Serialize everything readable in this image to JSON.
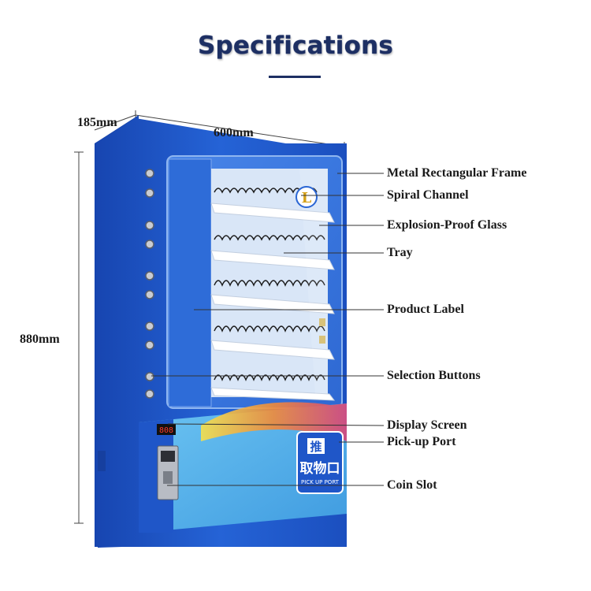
{
  "title": "Specifications",
  "dimensions": {
    "depth": "185mm",
    "width": "600mm",
    "height": "880mm"
  },
  "callouts": [
    {
      "id": "frame",
      "label": "Metal Rectangular Frame"
    },
    {
      "id": "spiral",
      "label": "Spiral Channel"
    },
    {
      "id": "glass",
      "label": "Explosion-Proof Glass"
    },
    {
      "id": "tray",
      "label": "Tray"
    },
    {
      "id": "product-label",
      "label": "Product Label"
    },
    {
      "id": "buttons",
      "label": "Selection Buttons"
    },
    {
      "id": "display",
      "label": "Display Screen"
    },
    {
      "id": "pickup",
      "label": "Pick-up Port"
    },
    {
      "id": "coin",
      "label": "Coin Slot"
    }
  ],
  "machine": {
    "display_reading": "808",
    "pickup_sign_top": "推",
    "pickup_sign_main": "取物口",
    "pickup_sign_sub": "PICK UP PORT",
    "logo_letter": "L"
  },
  "colors": {
    "body_blue": "#1f56c8",
    "title_navy": "#1d2f63",
    "panel_light_blue": "#55aee8"
  }
}
